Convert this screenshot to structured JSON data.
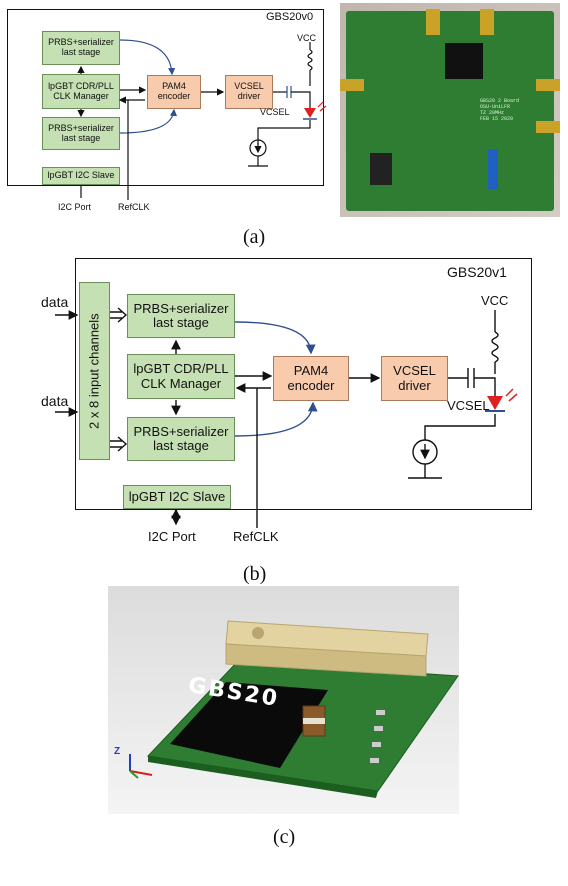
{
  "panel_a": {
    "title": "GBS20v0",
    "blocks": {
      "prbs_top": "PRBS+serializer\nlast stage",
      "cdr": "lpGBT CDR/PLL\nCLK Manager",
      "prbs_bottom": "PRBS+serializer\nlast stage",
      "pam4": "PAM4\nencoder",
      "vcsel_driver": "VCSEL\ndriver",
      "i2c": "lpGBT I2C Slave"
    },
    "vcc": "VCC",
    "vcsel": "VCSEL",
    "i2c_port": "I2C Port",
    "refclk": "RefCLK",
    "board_silkscreen": [
      "GBS20 2 Board",
      "OSU-UniLFR",
      "TZ 20MHz",
      "FEB 15 2020"
    ],
    "caption": "(a)"
  },
  "panel_b": {
    "title": "GBS20v1",
    "input_channels": "2 x 8 input channels",
    "data_labels": [
      "data",
      "data"
    ],
    "blocks": {
      "prbs_top": "PRBS+serializer\nlast stage",
      "cdr": "lpGBT CDR/PLL\nCLK Manager",
      "prbs_bottom": "PRBS+serializer\nlast stage",
      "pam4": "PAM4\nencoder",
      "vcsel_driver": "VCSEL\ndriver",
      "i2c": "lpGBT I2C Slave"
    },
    "vcc": "VCC",
    "vcsel": "VCSEL",
    "i2c_port": "I2C Port",
    "refclk": "RefCLK",
    "caption": "(b)"
  },
  "panel_c": {
    "chip_label": "GBS20",
    "axis_label": "Z",
    "caption": "(c)"
  },
  "colors": {
    "block_green": "#c5e0b3",
    "block_salmon": "#f8cbad",
    "serial_arrow": "#2f4f8f",
    "pcb_green": "#2e7d32",
    "laser_red": "#e02020"
  }
}
